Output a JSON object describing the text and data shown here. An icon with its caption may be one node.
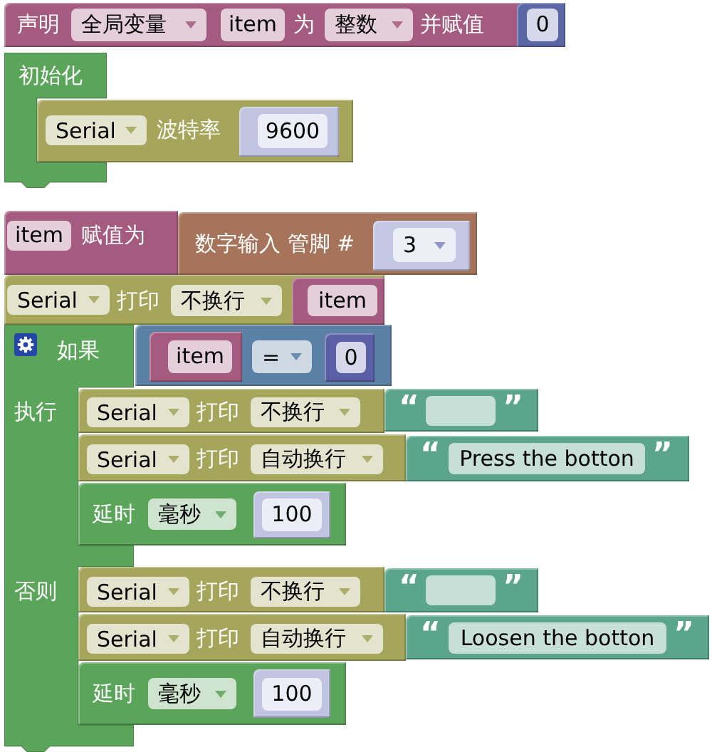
{
  "diagram": {
    "nodes": [
      {
        "text": [
          "声明",
          "为",
          "并赋值"
        ]
      },
      {
        "text": [
          "全局变量"
        ],
        "in": 0
      },
      {
        "text": [
          "item"
        ],
        "in": 0
      },
      {
        "text": [
          "整数"
        ],
        "in": 0
      },
      {
        "text": [
          "0"
        ]
      },
      {
        "text": [
          "初始化"
        ]
      },
      {
        "text": [
          "波特率"
        ]
      },
      {
        "text": [
          "Serial"
        ],
        "in": 6
      },
      {
        "text": [
          "9600"
        ],
        "in": 6
      },
      {
        "text": [
          "赋值为"
        ]
      },
      {
        "text": [
          "item"
        ],
        "in": 9
      },
      {
        "text": [
          "数字输入 管脚 #"
        ]
      },
      {
        "text": [
          "3"
        ],
        "in": 11
      },
      {
        "text": [
          "打印"
        ]
      },
      {
        "text": [
          "Serial"
        ],
        "in": 13
      },
      {
        "text": [
          "不换行"
        ],
        "in": 13
      },
      {
        "text": [
          "item"
        ],
        "in": 13
      },
      {
        "text": [
          "如果",
          "执行",
          "否则"
        ]
      },
      {
        "text": [],
        "shape": "box"
      },
      {
        "text": [
          "item"
        ],
        "in": 18
      },
      {
        "text": [
          "="
        ],
        "in": 18
      },
      {
        "text": [
          "0"
        ],
        "in": 18
      },
      {
        "text": [
          "打印"
        ]
      },
      {
        "text": [
          "Serial"
        ],
        "in": 22
      },
      {
        "text": [
          "不换行"
        ],
        "in": 22
      },
      {
        "text": [
          "“",
          "”"
        ]
      },
      {
        "text": [
          "打印"
        ]
      },
      {
        "text": [
          "Serial"
        ],
        "in": 26
      },
      {
        "text": [
          "自动换行"
        ],
        "in": 26
      },
      {
        "text": [
          "“",
          "Press the botton",
          "”"
        ]
      },
      {
        "text": [
          "延时"
        ]
      },
      {
        "text": [
          "毫秒"
        ],
        "in": 30
      },
      {
        "text": [
          "100"
        ],
        "in": 30
      },
      {
        "text": [
          "打印"
        ]
      },
      {
        "text": [
          "Serial"
        ],
        "in": 33
      },
      {
        "text": [
          "不换行"
        ],
        "in": 33
      },
      {
        "text": [
          "“",
          "”"
        ]
      },
      {
        "text": [
          "打印"
        ]
      },
      {
        "text": [
          "Serial"
        ],
        "in": 37
      },
      {
        "text": [
          "自动换行"
        ],
        "in": 37
      },
      {
        "text": [
          "“",
          "Loosen the botton",
          "”"
        ]
      },
      {
        "text": [
          "延时"
        ]
      },
      {
        "text": [
          "毫秒"
        ],
        "in": 41
      },
      {
        "text": [
          "100"
        ],
        "in": 41
      }
    ]
  }
}
